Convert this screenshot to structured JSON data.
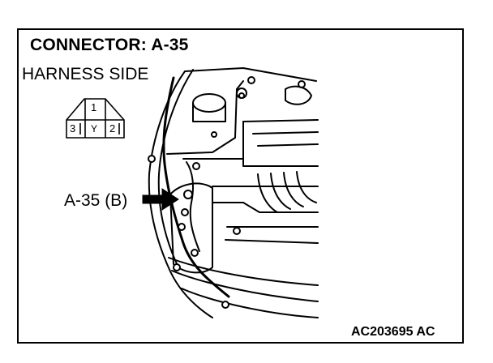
{
  "title": "CONNECTOR: A-35",
  "view_label": "HARNESS SIDE",
  "connector": {
    "pins": [
      {
        "number": "1",
        "wire": ""
      },
      {
        "number": "3",
        "wire": ""
      },
      {
        "number": "2",
        "wire": ""
      }
    ],
    "center_label": "Y"
  },
  "callout": "A-35 (B)",
  "figure_id": "AC203695 AC"
}
